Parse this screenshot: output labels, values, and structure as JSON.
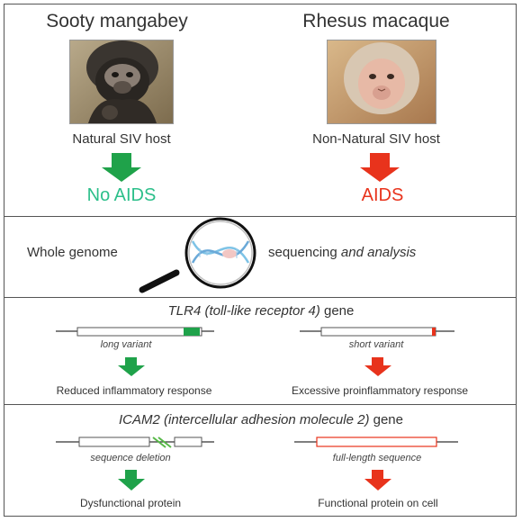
{
  "top": {
    "left_title": "Sooty mangabey",
    "right_title": "Rhesus macaque",
    "left_host": "Natural SIV host",
    "right_host": "Non-Natural SIV host",
    "left_outcome": "No AIDS",
    "right_outcome": "AIDS"
  },
  "genome": {
    "left_text": "Whole genome",
    "right_text_normal": "sequencing ",
    "right_text_italic": "and analysis"
  },
  "tlr4": {
    "heading_italic": "TLR4 (toll-like receptor 4)",
    "heading_normal": " gene",
    "left_variant": "long variant",
    "right_variant": "short variant",
    "left_response": "Reduced inflammatory response",
    "right_response": "Excessive proinflammatory response"
  },
  "icam2": {
    "heading_italic": "ICAM2 (intercellular adhesion molecule 2)",
    "heading_normal": " gene",
    "left_variant": "sequence deletion",
    "right_variant": "full-length sequence",
    "left_result": "Dysfunctional protein",
    "right_result": "Functional protein on cell"
  },
  "colors": {
    "green": "#1fa24a",
    "green_text": "#2cbf8a",
    "red": "#e8331c",
    "border": "#555555"
  }
}
